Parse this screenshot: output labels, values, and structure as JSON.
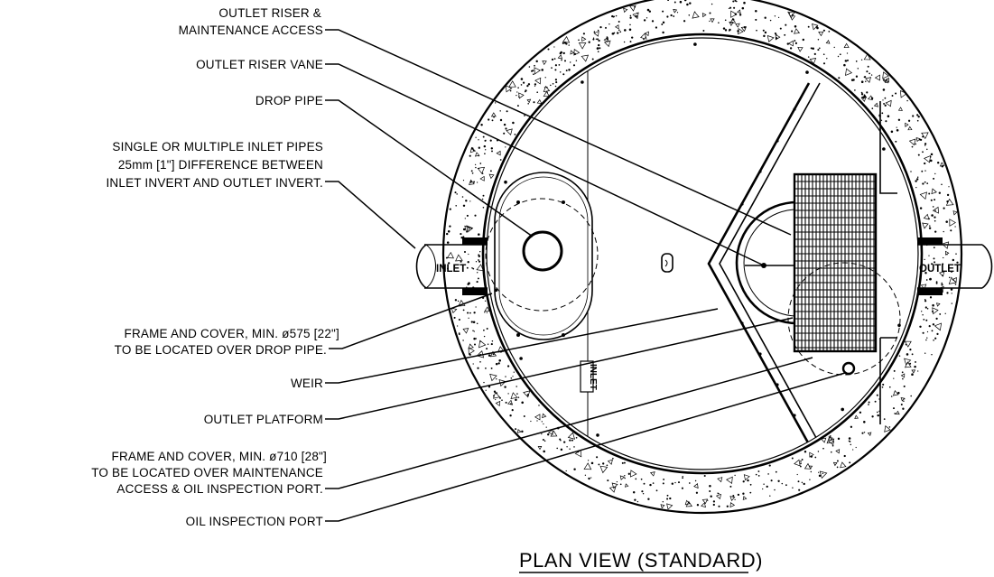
{
  "labels": {
    "outlet_riser_access": [
      "OUTLET RISER &",
      "MAINTENANCE ACCESS"
    ],
    "outlet_riser_vane": "OUTLET RISER VANE",
    "drop_pipe": "DROP PIPE",
    "inlet_pipes": [
      "SINGLE OR MULTIPLE INLET PIPES",
      "25mm [1\"] DIFFERENCE BETWEEN",
      "INLET INVERT AND OUTLET INVERT."
    ],
    "frame_cover_575": [
      "FRAME AND COVER, MIN. ø575 [22\"]",
      "TO BE LOCATED OVER DROP PIPE."
    ],
    "weir": "WEIR",
    "outlet_platform": "OUTLET PLATFORM",
    "frame_cover_710": [
      "FRAME AND COVER, MIN. ø710 [28\"]",
      "TO BE LOCATED OVER MAINTENANCE",
      "ACCESS & OIL INSPECTION PORT."
    ],
    "oil_inspection_port": "OIL INSPECTION PORT"
  },
  "pipes": {
    "inlet": "INLET",
    "outlet": "OUTLET"
  },
  "vertical_tag": "INLET",
  "title": "PLAN VIEW (STANDARD)"
}
